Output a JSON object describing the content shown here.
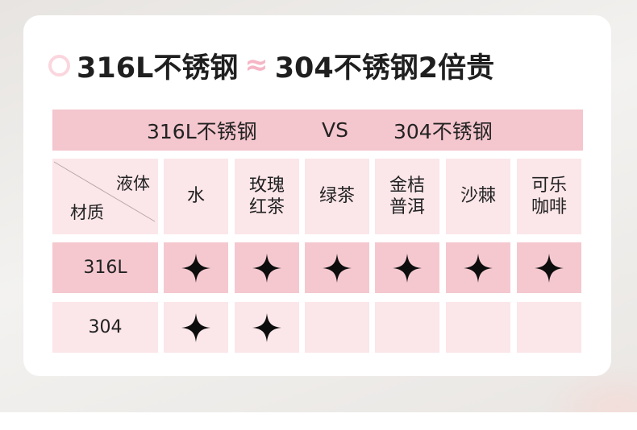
{
  "title": {
    "left": "316L不锈钢",
    "approx": "≈",
    "right": "304不锈钢2倍贵"
  },
  "header": {
    "left": "316L不锈钢",
    "vs": "VS",
    "right": "304不锈钢"
  },
  "table": {
    "corner": {
      "top": "液体",
      "bottom": "材质"
    },
    "columns": [
      {
        "line1": "水",
        "line2": ""
      },
      {
        "line1": "玫瑰",
        "line2": "红茶"
      },
      {
        "line1": "绿茶",
        "line2": ""
      },
      {
        "line1": "金桔",
        "line2": "普洱"
      },
      {
        "line1": "沙棘",
        "line2": ""
      },
      {
        "line1": "可乐",
        "line2": "咖啡"
      }
    ],
    "rows": [
      {
        "label": "316L",
        "suitable": [
          true,
          true,
          true,
          true,
          true,
          true
        ]
      },
      {
        "label": "304",
        "suitable": [
          true,
          true,
          false,
          false,
          false,
          false
        ]
      }
    ]
  },
  "colors": {
    "header": "#f4c6ce",
    "row_mid": "#f5c8cf",
    "row_light": "#fbe6e9",
    "ring": "#fbd6df",
    "approx": "#f6b6c6"
  },
  "icons": {
    "suitable": "four-point-star-icon",
    "title_marker": "ring-icon"
  }
}
